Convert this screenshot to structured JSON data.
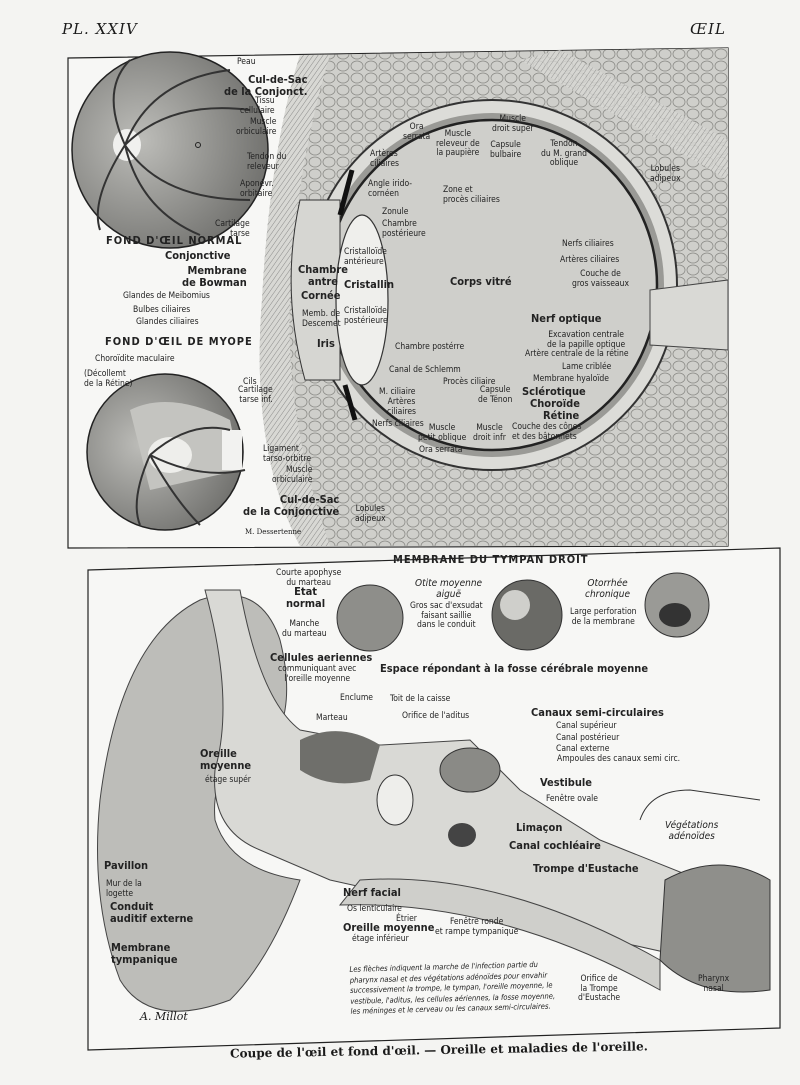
{
  "header": {
    "plate": "PL. XXIV",
    "section": "ŒIL"
  },
  "eye": {
    "peau": "Peau",
    "cul_de_sac_top": "Cul-de-Sac\nde la Conjonct.",
    "tissu": "Tissu\ncellulaire",
    "muscle_orb": "Muscle\norbiculaire",
    "tendon_releveur": "Tendon du\nreleveur",
    "aponevr": "Aponévr.\norbitaire",
    "cartilage_tarse": "Cartilage\ntarse",
    "fond_normal": "FOND D'ŒIL NORMAL",
    "conjonctive": "Conjonctive",
    "bowman": "Membrane\nde Bowman",
    "meibomius": "Glandes de Meibomius",
    "bulbes": "Bulbes ciliaires",
    "glandes_cil": "Glandes ciliaires",
    "fond_myope": "FOND D'ŒIL DE MYOPE",
    "choroidite": "Choroïdite maculaire",
    "decollement": "(Décollemt\nde la Rétine)",
    "cils": "Cils",
    "cartilage_inf": "Cartilage\ntarse inf.",
    "ligament": "Ligament\ntarso-orbitre",
    "muscle_orb2": "Muscle\norbiculaire",
    "cul_de_sac_bot": "Cul-de-Sac\nde la Conjonctive",
    "signature": "M. Dessertenne",
    "chambre_ant": "Chambre\nantre",
    "cornee": "Cornée",
    "descemet": "Memb. de\nDescemet",
    "iris": "Iris",
    "cristalloide_ant": "Cristalloïde\nantérieure",
    "cristallin": "Cristallin",
    "cristalloide_post": "Cristalloïde\npostérieure",
    "ora_serrata_top": "Ora\nserrata",
    "releveur_paupiere": "Muscle\nreleveur de\nla paupière",
    "droit_super": "Muscle\ndroit supér",
    "capsule_bulbaire": "Capsule\nbulbaire",
    "tendon_grand_oblique": "Tendon\ndu M. grand\noblique",
    "arteres_cil_top": "Artères\nciliaires",
    "angle_irido": "Angle irido-\ncornéen",
    "zone_proces": "Zone et\nprocès ciliaires",
    "zonule": "Zonule",
    "chambre_post_top": "Chambre\npostérieure",
    "nerfs_cil_right": "Nerfs ciliaires",
    "arteres_cil_right": "Artères ciliaires",
    "gros_vaisseaux": "Couche de\ngros vaisseaux",
    "corps_vitre": "Corps vitré",
    "lobules_top": "Lobules\nadipeux",
    "nerf_optique": "Nerf optique",
    "excavation": "Excavation centrale\nde la papille optique",
    "artere_centrale": "Artère centrale de la rétine",
    "lame_criblee": "Lame criblée",
    "hyaloide": "Membrane hyaloïde",
    "sclerotique": "Sclérotique",
    "choroide": "Choroïde",
    "retine": "Rétine",
    "cones": "Couche des cônes\net des bâtonnets",
    "chambre_post_bot": "Chambre postérre",
    "schlemm": "Canal de Schlemm",
    "proces_ciliaire": "Procès ciliaire",
    "tenon": "Capsule\nde Ténon",
    "m_ciliaire": "M. ciliaire",
    "arteres_cil_bot": "Artères\nciliaires",
    "nerfs_cil_bot": "Nerfs ciliaires",
    "petit_oblique": "Muscle\npetit oblique",
    "droit_inf": "Muscle\ndroit infr",
    "ora_serrata_bot": "Ora serrata",
    "lobules_bot": "Lobules\nadipeux"
  },
  "ear": {
    "title": "MEMBRANE DU TYMPAN DROIT",
    "courte_apophyse": "Courte apophyse\ndu marteau",
    "etat_normal": "Etat\nnormal",
    "manche": "Manche\ndu marteau",
    "otite": "Otite moyenne\naiguë",
    "gros_sac": "Gros sac d'exsudat\nfaisant saillie\ndans le conduit",
    "otorrhee": "Otorrhée\nchronique",
    "perforation": "Large perforation\nde la membrane",
    "cellules": "Cellules aeriennes",
    "cellules_sub": "communiquant avec\nl'oreille moyenne",
    "espace": "Espace répondant à la fosse cérébrale moyenne",
    "enclume": "Enclume",
    "toit": "Toit de la caisse",
    "marteau": "Marteau",
    "aditus": "Orifice de l'aditus",
    "canaux": "Canaux semi-circulaires",
    "canal_sup": "Canal supérieur",
    "canal_post": "Canal postérieur",
    "canal_ext": "Canal externe",
    "ampoules": "Ampoules des canaux semi circ.",
    "oreille_sup": "Oreille\nmoyenne",
    "oreille_sup_sub": "étage supér",
    "vestibule": "Vestibule",
    "fenetre_ovale": "Fenêtre ovale",
    "limacon": "Limaçon",
    "canal_cochleaire": "Canal cochléaire",
    "vegetations": "Végétations\nadénoïdes",
    "trompe": "Trompe d'Eustache",
    "pavillon": "Pavillon",
    "mur": "Mur de la\nlogette",
    "conduit": "Conduit\nauditif externe",
    "membrane_tymp": "Membrane\ntympanique",
    "nerf_facial": "Nerf facial",
    "os_lenticulaire": "Os lenticulaire",
    "etrier": "Étrier",
    "oreille_inf": "Oreille moyenne",
    "oreille_inf_sub": "étage inférieur",
    "fenetre_ronde": "Fenêtre ronde\net rampe tympanique",
    "orifice_trompe": "Orifice de\nla Trompe\nd'Eustache",
    "pharynx": "Pharynx\nnasal",
    "note": "Les flèches indiquent la marche de l'infection partie du pharynx nasal et des végétations adénoïdes pour envahir successivement la trompe, le tympan, l'oreille moyenne, le vestibule, l'aditus, les cellules aériennes, la fosse moyenne, les méninges et le cerveau ou les canaux semi-circulaires.",
    "signature": "A. Millot"
  },
  "caption": "Coupe de l'œil et fond d'œil. — Oreille et maladies de l'oreille."
}
